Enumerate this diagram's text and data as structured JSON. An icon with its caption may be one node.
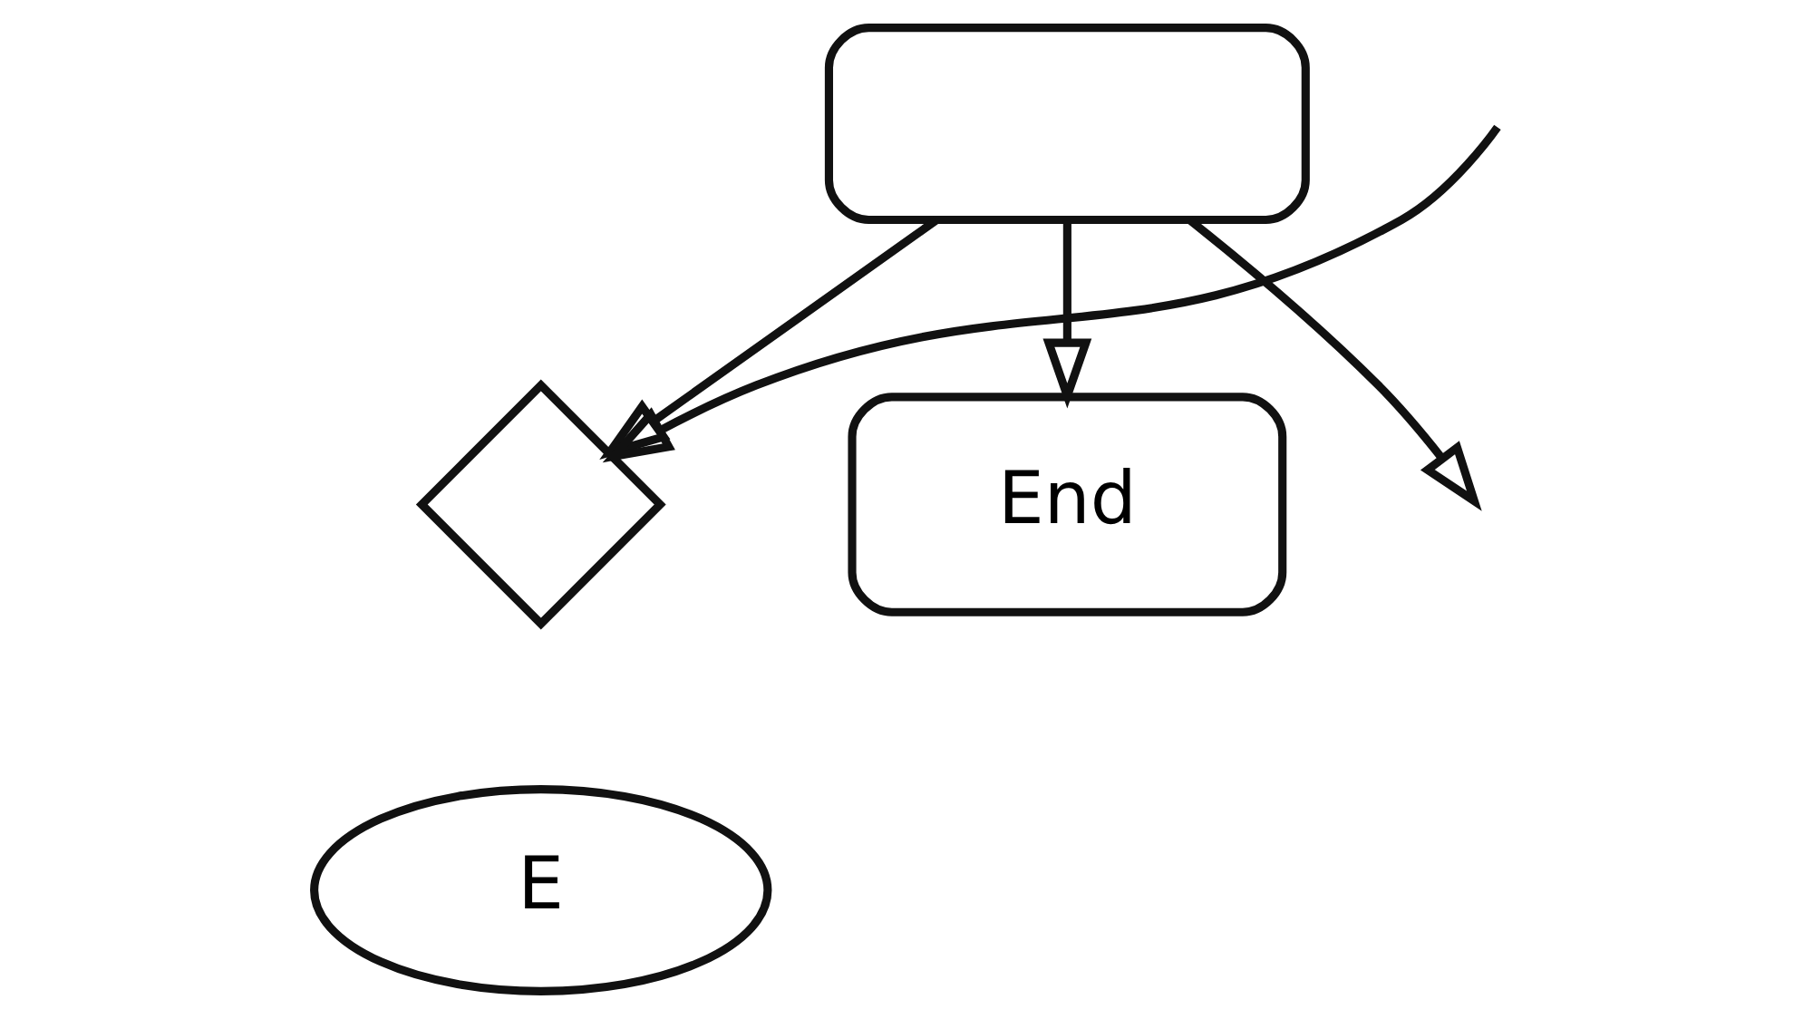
{
  "diagram": {
    "nodes": [
      {
        "text": [],
        "shape": "box"
      },
      {
        "text": [],
        "shape": "diamond"
      },
      {
        "text": [
          "End"
        ]
      },
      {
        "text": [
          "E"
        ]
      }
    ],
    "edges": [
      {
        "from": 0,
        "to": 1,
        "arrow": "to"
      },
      {
        "from": 0,
        "to": 2,
        "arrow": "to"
      },
      {
        "from": 0,
        "to": null,
        "arrow": "to"
      },
      {
        "from": null,
        "to": 1,
        "arrow": "to"
      }
    ]
  }
}
